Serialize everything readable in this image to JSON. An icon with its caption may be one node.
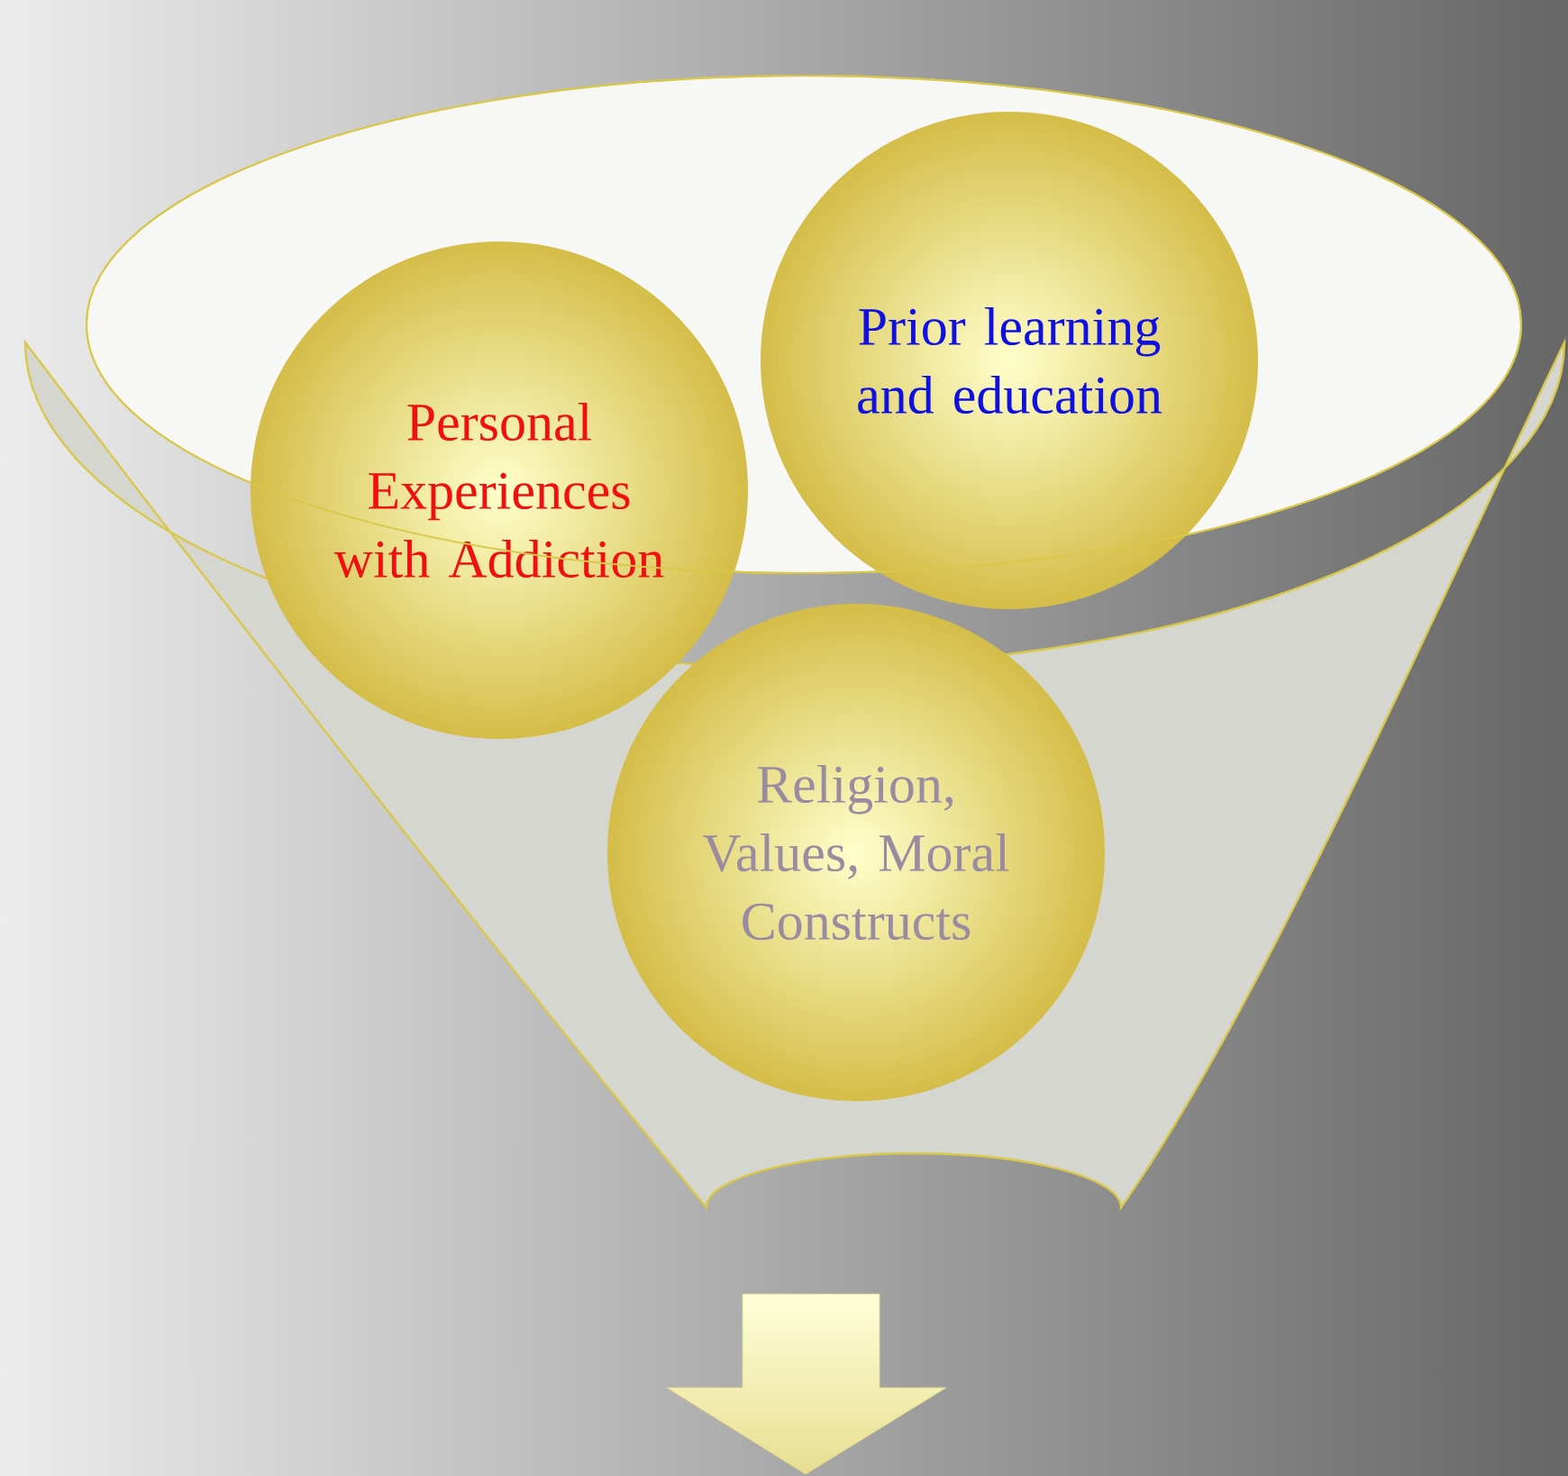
{
  "diagram": {
    "nodes": [
      {
        "text": [
          "Personal Experiences with Addiction"
        ]
      },
      {
        "text": [
          "Prior learning and education"
        ]
      },
      {
        "text": [
          "Religion, Values, Moral Constructs"
        ]
      }
    ]
  }
}
